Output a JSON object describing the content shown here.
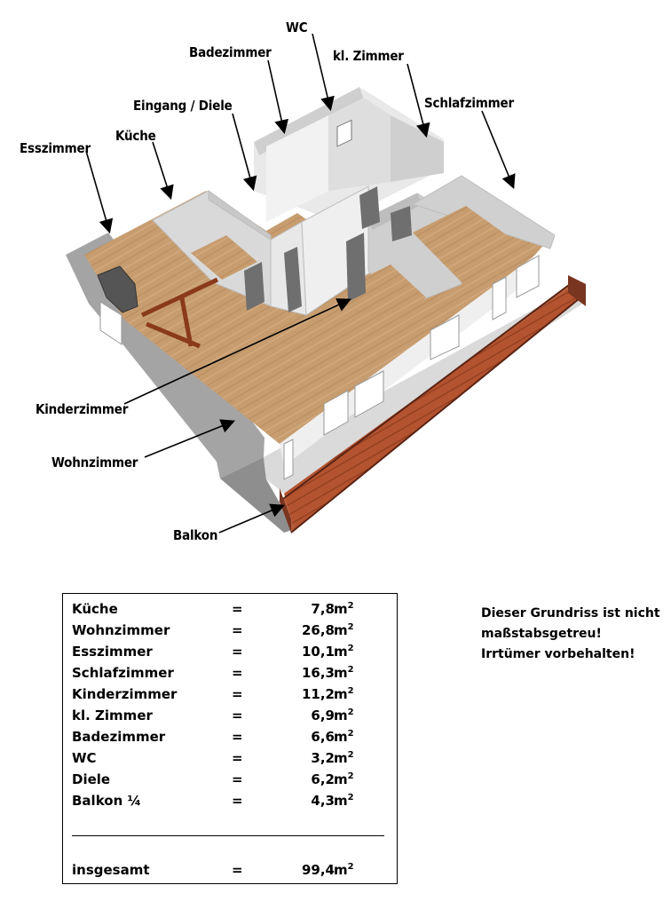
{
  "labels": {
    "wc": "WC",
    "badezimmer": "Badezimmer",
    "kl_zimmer": "kl. Zimmer",
    "eingang": "Eingang / Diele",
    "schlafzimmer": "Schlafzimmer",
    "kueche": "Küche",
    "esszimmer": "Esszimmer",
    "kinderzimmer": "Kinderzimmer",
    "wohnzimmer": "Wohnzimmer",
    "balkon": "Balkon"
  },
  "table": {
    "rows": [
      {
        "name": "Küche",
        "eq": "=",
        "value": "7,8",
        "unit": "m",
        "exp": "2"
      },
      {
        "name": "Wohnzimmer",
        "eq": "=",
        "value": "26,8",
        "unit": "m",
        "exp": "2"
      },
      {
        "name": "Esszimmer",
        "eq": "=",
        "value": "10,1",
        "unit": "m",
        "exp": "2"
      },
      {
        "name": "Schlafzimmer",
        "eq": "=",
        "value": "16,3",
        "unit": "m",
        "exp": "2"
      },
      {
        "name": "Kinderzimmer",
        "eq": "=",
        "value": "11,2",
        "unit": "m",
        "exp": "2"
      },
      {
        "name": "kl. Zimmer",
        "eq": "=",
        "value": "6,9",
        "unit": "m",
        "exp": "2"
      },
      {
        "name": "Badezimmer",
        "eq": "=",
        "value": "6,6",
        "unit": "m",
        "exp": "2"
      },
      {
        "name": "WC",
        "eq": "=",
        "value": "3,2",
        "unit": "m",
        "exp": "2"
      },
      {
        "name": "Diele",
        "eq": "=",
        "value": "6,2",
        "unit": "m",
        "exp": "2"
      },
      {
        "name": "Balkon ¼",
        "eq": "=",
        "value": "4,3",
        "unit": "m",
        "exp": "2"
      }
    ],
    "total": {
      "name": "insgesamt",
      "eq": "=",
      "value": "99,4",
      "unit": "m",
      "exp": "2"
    }
  },
  "disclaimer": {
    "line1": "Dieser Grundriss ist nicht",
    "line2": "maßstabsgetreu!",
    "line3": "Irrtümer vorbehalten!"
  },
  "colors": {
    "wall_top": "#d4d4d4",
    "wall_side": "#9a9a9a",
    "wall_inner": "#e6e6e6",
    "floor_wood": "#c49a6c",
    "balcony_deck": "#b5532f",
    "railing": "#6b2e1a"
  }
}
